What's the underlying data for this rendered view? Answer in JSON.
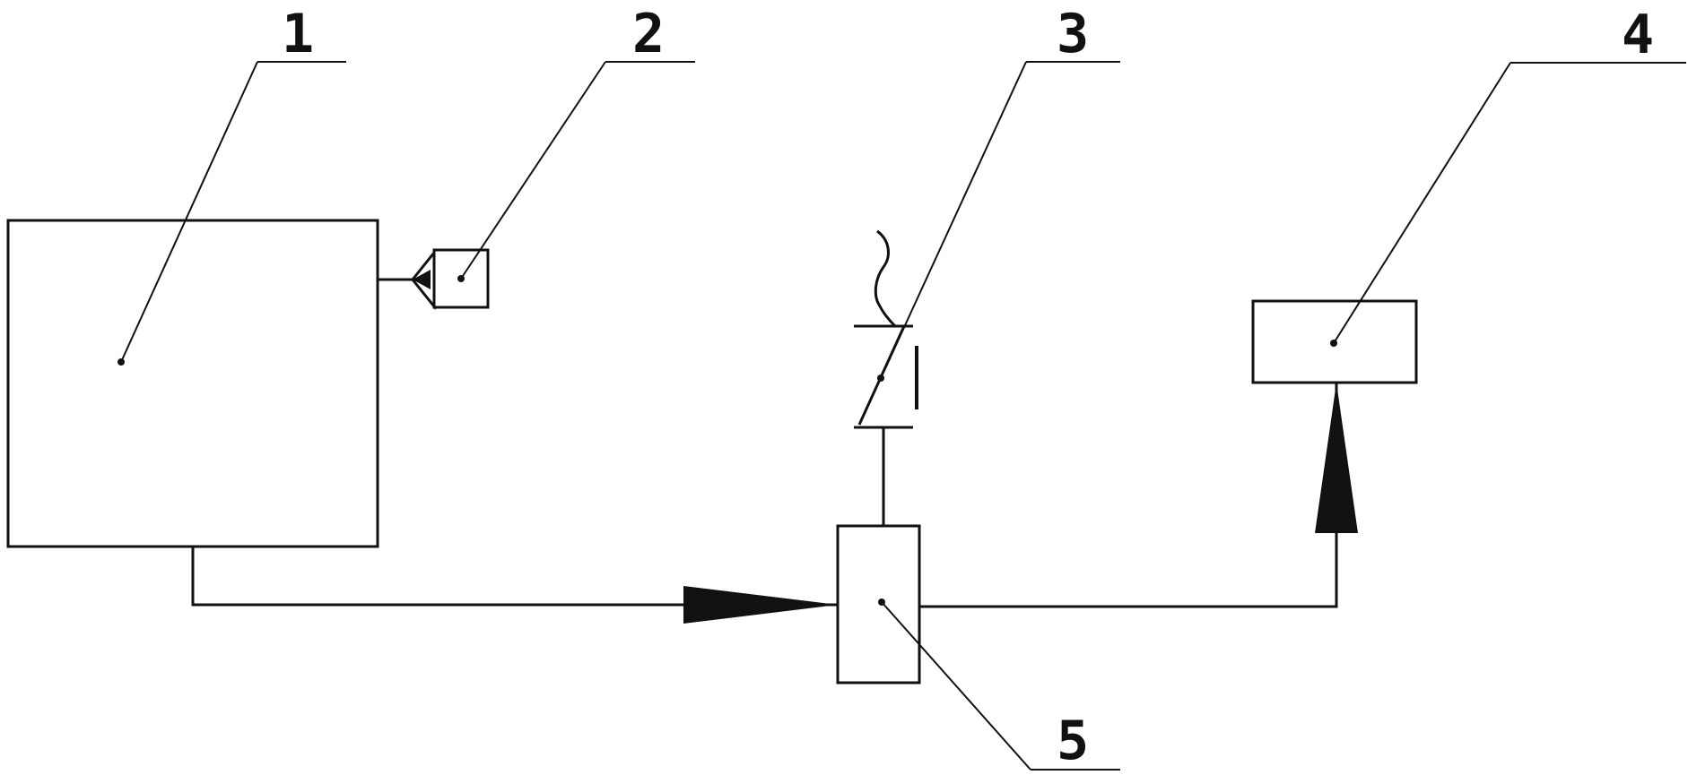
{
  "diagram": {
    "labels": {
      "part_1": "1",
      "part_2": "2",
      "part_3": "3",
      "part_4": "4",
      "part_5": "5"
    },
    "colors": {
      "stroke": "#111111",
      "background": "#ffffff"
    }
  }
}
